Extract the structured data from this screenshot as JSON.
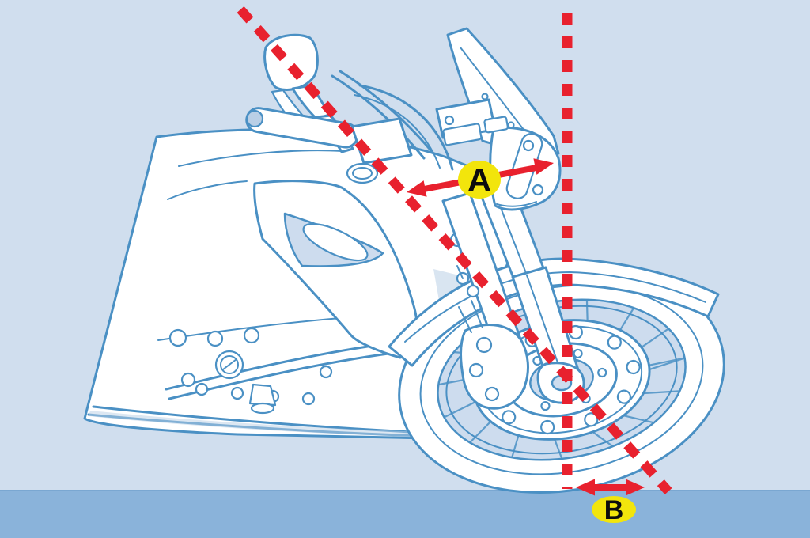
{
  "diagram": {
    "subject": "Motorcycle front-end geometry illustration with rake line and trail measurement",
    "labels": {
      "a": "A",
      "b": "B"
    },
    "colors": {
      "background": "#d0deee",
      "ground": "#8ab3da",
      "ground_edge": "#74a3cd",
      "line_art": "#4a90c4",
      "shade": "#cddcee",
      "deep_shade": "#b9cfe6",
      "white": "#ffffff",
      "annotation_red": "#e8212e",
      "label_yellow": "#f2e50c",
      "label_text": "#0d0d0d"
    }
  }
}
